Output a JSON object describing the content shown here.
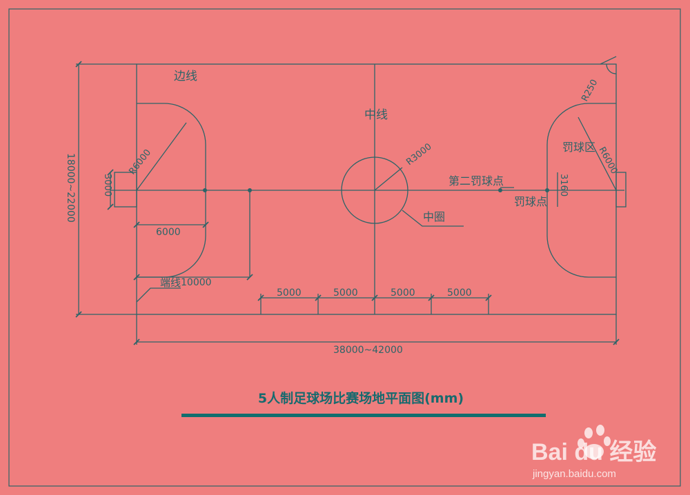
{
  "labels": {
    "sideline": "边线",
    "center_line": "中线",
    "center_circle": "中圈",
    "second_penalty_mark": "第二罚球点",
    "penalty_mark": "罚球点",
    "penalty_area": "罚球区",
    "goal_line": "端线",
    "r250": "R250",
    "r3000": "R3000",
    "r6000_left": "R6000",
    "r6000_right": "R6000",
    "dim_3000": "3000",
    "dim_3160": "3160",
    "dim_6000": "6000",
    "dim_10000": "10000",
    "dim_5000_a": "5000",
    "dim_5000_b": "5000",
    "dim_5000_c": "5000",
    "dim_5000_d": "5000",
    "width_range": "18000~22000",
    "length_range": "38000~42000"
  },
  "title": "5人制足球场比赛场地平面图(mm)",
  "watermark": {
    "brand": "Bai du 经验",
    "url": "jingyan.baidu.com"
  },
  "colors": {
    "background": "#ef7e7e",
    "line": "#2c6468",
    "title_bar": "#126e6e"
  }
}
